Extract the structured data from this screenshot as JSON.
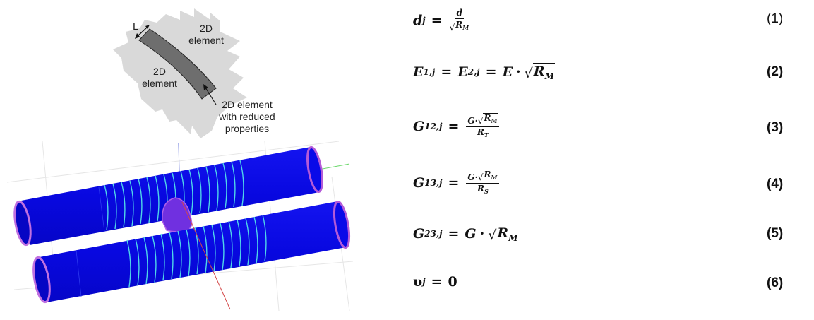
{
  "figure": {
    "inset": {
      "length_label": "L",
      "upper_region_label_line1": "2D",
      "upper_region_label_line2": "element",
      "lower_region_label_line1": "2D",
      "lower_region_label_line2": "element",
      "callout_line1": "2D element",
      "callout_line2": "with reduced",
      "callout_line3": "properties"
    },
    "model": {
      "pipe_color": "#0a0ae8",
      "ring_color": "#4fd6e8",
      "end_cap_color": "#b45ad8",
      "axis_colors": {
        "x": "#d44848",
        "y": "#6ad86a",
        "z": "#5a6ad8"
      }
    }
  },
  "equations": [
    {
      "id": "1",
      "number": "(1)",
      "lhs": "d",
      "lhs_sub": "j",
      "rhs_num": "d",
      "rhs_den_sqrt": "R",
      "rhs_den_sqrt_sub": "M"
    },
    {
      "id": "2",
      "number": "(2)",
      "t1": "E",
      "t1_sub": "1,j",
      "t2": "E",
      "t2_sub": "2,j",
      "t3": "E",
      "t3_op": "·",
      "sqrt": "R",
      "sqrt_sub": "M"
    },
    {
      "id": "3",
      "number": "(3)",
      "lhs": "G",
      "lhs_sub": "12,j",
      "num_g": "G·",
      "num_sqrt": "R",
      "num_sqrt_sub": "M",
      "den": "R",
      "den_sub": "T"
    },
    {
      "id": "4",
      "number": "(4)",
      "lhs": "G",
      "lhs_sub": "13,j",
      "num_g": "G·",
      "num_sqrt": "R",
      "num_sqrt_sub": "M",
      "den": "R",
      "den_sub": "S"
    },
    {
      "id": "5",
      "number": "(5)",
      "lhs": "G",
      "lhs_sub": "23,j",
      "t": "G",
      "op": "·",
      "sqrt": "R",
      "sqrt_sub": "M"
    },
    {
      "id": "6",
      "number": "(6)",
      "lhs": "υ",
      "lhs_sub": "j",
      "rhs": "0"
    }
  ],
  "symbols": {
    "eq": "=",
    "sqrt": "√"
  }
}
